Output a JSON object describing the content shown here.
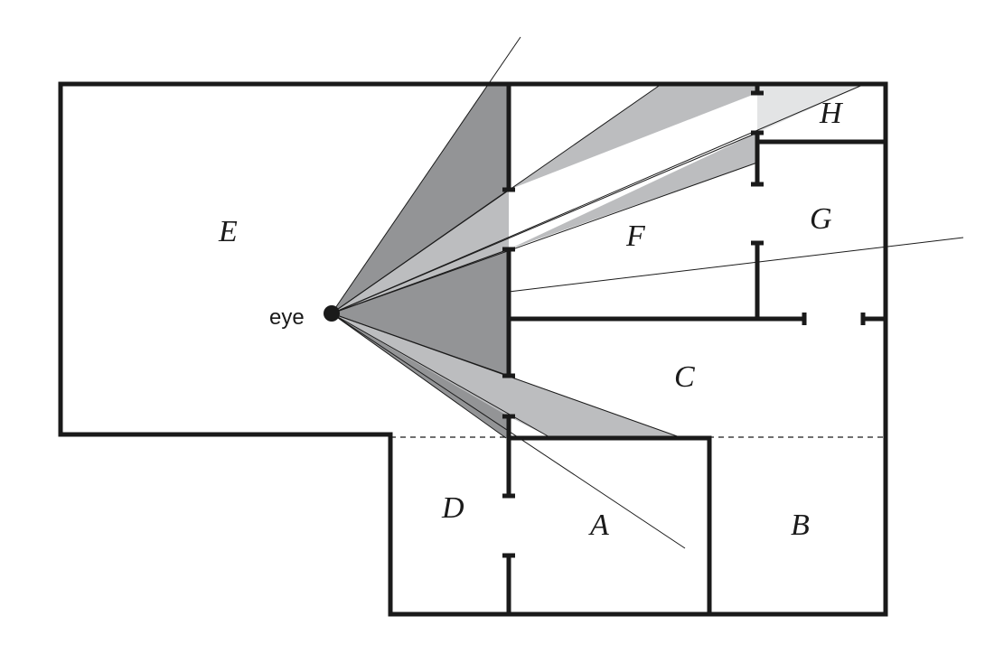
{
  "diagram": {
    "eye_label": "eye",
    "rooms": {
      "A": "A",
      "B": "B",
      "C": "C",
      "D": "D",
      "E": "E",
      "F": "F",
      "G": "G",
      "H": "H"
    },
    "colors": {
      "wall": "#1a1a1a",
      "background": "#ffffff",
      "frustum_dark": "#939496",
      "frustum_mid": "#bcbdbf",
      "frustum_light": "#e3e4e5"
    }
  }
}
